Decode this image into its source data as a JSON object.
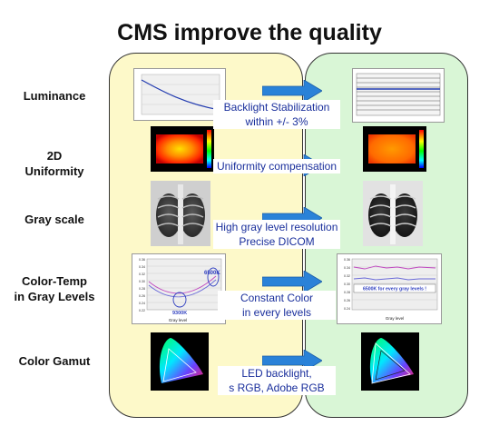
{
  "title": "CMS improve the quality",
  "rows": [
    {
      "label_lines": [
        "Luminance"
      ],
      "desc_lines": [
        "Backlight Stabilization",
        "within +/- 3%"
      ]
    },
    {
      "label_lines": [
        "2D",
        "Uniformity"
      ],
      "desc_lines": [
        "Uniformity compensation"
      ]
    },
    {
      "label_lines": [
        "Gray scale"
      ],
      "desc_lines": [
        "High gray level resolution",
        "Precise DICOM"
      ]
    },
    {
      "label_lines": [
        "Color-Temp",
        "in Gray Levels"
      ],
      "desc_lines": [
        "Constant Color",
        "in every levels"
      ]
    },
    {
      "label_lines": [
        "Color Gamut"
      ],
      "desc_lines": [
        "LED backlight,",
        "s RGB, Adobe RGB"
      ]
    }
  ],
  "color_temp_before": {
    "marker_high": "6500K",
    "marker_low": "9300K",
    "xlabel": "Gray level",
    "yticks": [
      "0.36",
      "0.34",
      "0.32",
      "0.30",
      "0.28",
      "0.26",
      "0.24",
      "0.22"
    ]
  },
  "color_temp_after": {
    "note": "6500K for every gray levels !",
    "xlabel": "Gray level",
    "yticks": [
      "0.36",
      "0.34",
      "0.32",
      "0.30",
      "0.28",
      "0.26",
      "0.24"
    ]
  },
  "colors": {
    "left_panel": "#fdf9c9",
    "right_panel": "#d9f6d6",
    "arrow": "#2a82d8",
    "desc_text": "#1a2f9c"
  }
}
